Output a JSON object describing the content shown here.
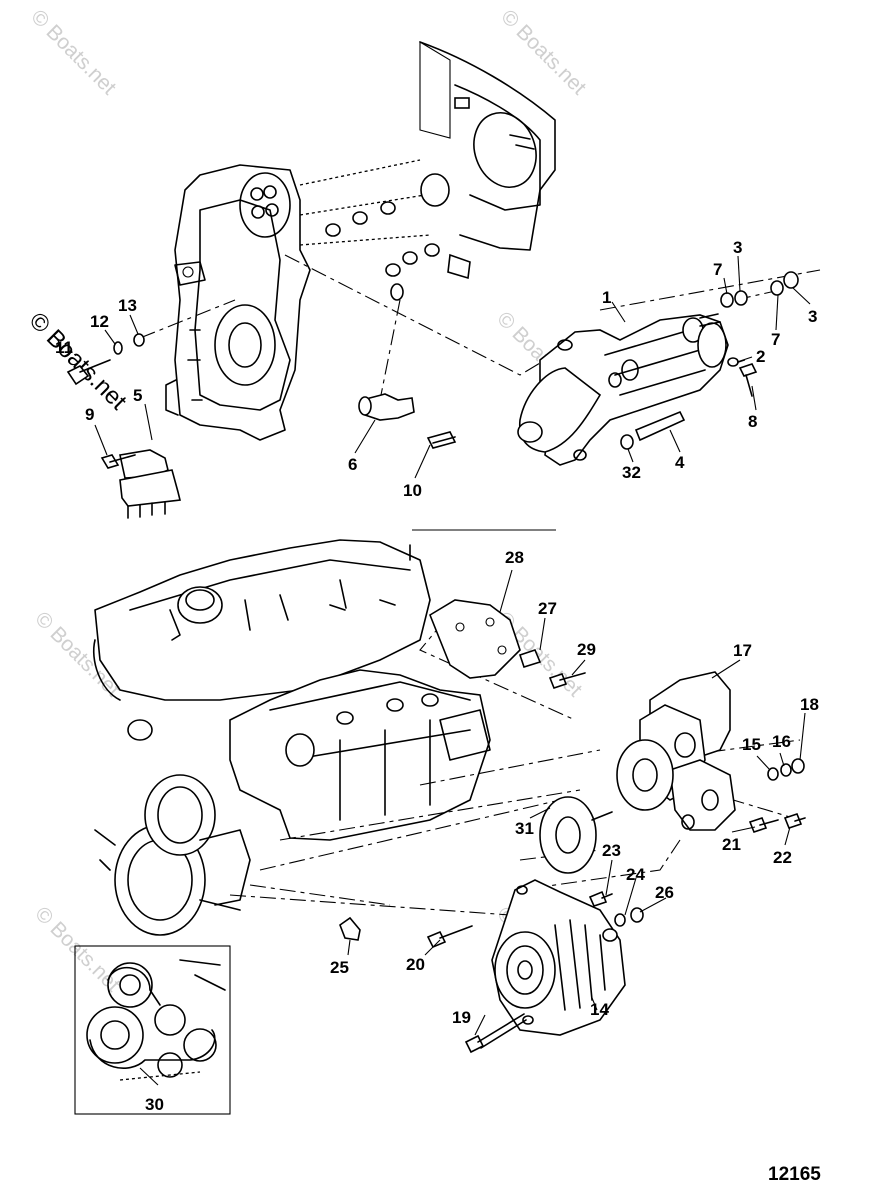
{
  "watermark": {
    "text": "© Boats.net",
    "color": "#cfcfcf"
  },
  "callouts": {
    "c1": "1",
    "c2": "2",
    "c3a": "3",
    "c3b": "3",
    "c4": "4",
    "c5": "5",
    "c6": "6",
    "c7a": "7",
    "c7b": "7",
    "c8": "8",
    "c9": "9",
    "c10": "10",
    "c11": "11",
    "c12": "12",
    "c13": "13",
    "c14": "14",
    "c15": "15",
    "c16": "16",
    "c17": "17",
    "c18": "18",
    "c19": "19",
    "c20": "20",
    "c21": "21",
    "c22": "22",
    "c23": "23",
    "c24": "24",
    "c25": "25",
    "c26": "26",
    "c27": "27",
    "c28": "28",
    "c29": "29",
    "c30": "30",
    "c31": "31",
    "c32": "32"
  },
  "figure_number": "12165"
}
